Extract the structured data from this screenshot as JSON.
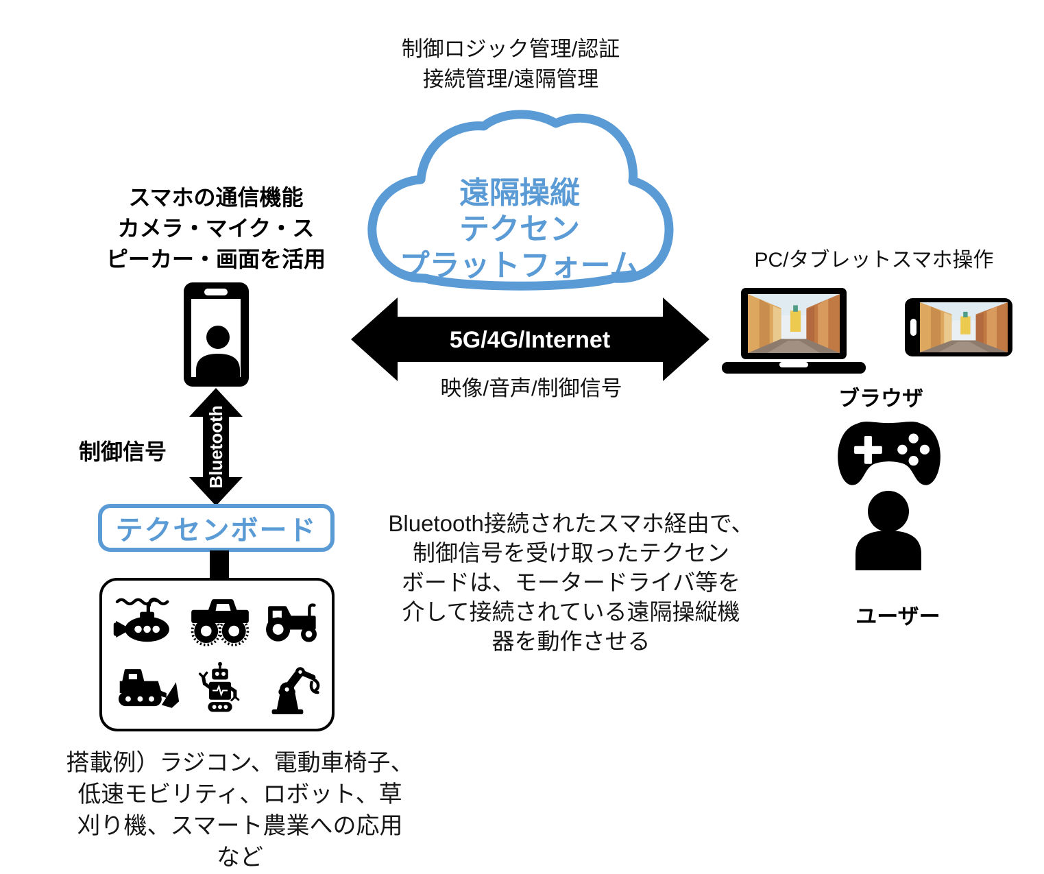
{
  "colors": {
    "accent_blue": "#5B9BD5",
    "black": "#000000"
  },
  "top_note": {
    "lines": [
      "制御ロジック管理/認証",
      "接続管理/遠隔管理"
    ]
  },
  "cloud": {
    "lines": [
      "遠隔操縦",
      "テクセン",
      "プラットフォーム"
    ]
  },
  "smartphone": {
    "caption_lines": [
      "スマホの通信機能",
      "カメラ・マイク・ス",
      "ピーカー・画面を活用"
    ]
  },
  "network_link": {
    "label": "5G/4G/Internet",
    "signals": "映像/音声/制御信号"
  },
  "operator_side": {
    "caption": "PC/タブレットスマホ操作",
    "browser_label": "ブラウザ",
    "user_label": "ユーザー"
  },
  "bluetooth_link": {
    "arrow_label": "Bluetooth",
    "signal_label": "制御信号"
  },
  "texen_board": {
    "label": "テクセンボード"
  },
  "machines": {
    "icons": [
      "submarine",
      "monster-truck",
      "tractor",
      "bulldozer",
      "robot",
      "robot-arm"
    ]
  },
  "examples": {
    "lines": [
      "搭載例）ラジコン、電動車椅子、",
      "低速モビリティ、ロボット、草",
      "刈り機、スマート農業への応用",
      "など"
    ]
  },
  "description": {
    "lines": [
      "Bluetooth接続されたスマホ経由で、",
      "制御信号を受け取ったテクセン",
      "ボードは、モータードライバ等を",
      "介して接続されている遠隔操縦機",
      "器を動作させる"
    ]
  }
}
